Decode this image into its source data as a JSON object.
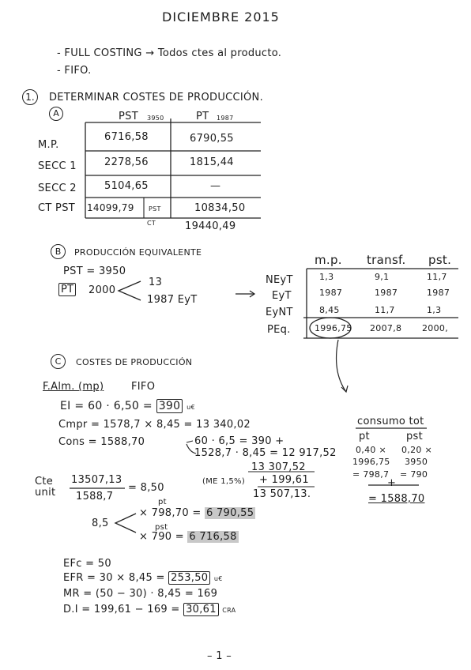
{
  "title": "DICIEMBRE 2015",
  "intro": [
    "- FULL COSTING → Todos ctes al producto.",
    "- FIFO."
  ],
  "section1": {
    "num": "1.",
    "heading": "DETERMINAR COSTES DE PRODUCCIÓN."
  },
  "partA": {
    "letter": "A",
    "col1": "PST",
    "col1_sub": "3950",
    "col2": "PT",
    "col2_sub": "1987",
    "rows": [
      {
        "label": "M.P.",
        "pst": "6716,58",
        "pt": "6790,55"
      },
      {
        "label": "SECC 1",
        "pst": "2278,56",
        "pt": "1815,44"
      },
      {
        "label": "SECC 2",
        "pst": "5104,65",
        "pt": "—"
      },
      {
        "label": "CT PST",
        "pst": "14099,79",
        "mid": "PST",
        "pt": "10834,50"
      }
    ],
    "ct_label": "CT",
    "ct_total": "19440,49"
  },
  "partB": {
    "letter": "B",
    "heading": "PRODUCCIÓN EQUIVALENTE",
    "pst": "PST = 3950",
    "pt_label": "PT",
    "pt_value": "2000",
    "split": [
      "13",
      "1987 EyT"
    ],
    "table": {
      "headers": [
        "m.p.",
        "transf.",
        "pst."
      ],
      "rows": [
        {
          "label": "NEyT",
          "v": [
            "1,3",
            "9,1",
            "11,7"
          ]
        },
        {
          "label": "EyT",
          "v": [
            "1987",
            "1987",
            "1987"
          ]
        },
        {
          "label": "EyNT",
          "v": [
            "8,45",
            "11,7",
            "1,3"
          ]
        },
        {
          "label": "PEq.",
          "v": [
            "1996,75",
            "2007,8",
            "2000,"
          ]
        }
      ]
    }
  },
  "partC": {
    "letter": "C",
    "heading": "COSTES DE PRODUCCIÓN",
    "falm": "F.Alm. (mp)",
    "fifo": "FIFO",
    "ei_pre": "EI = 60 · 6,50 =",
    "ei_box": "390",
    "ei_unit": "u€",
    "compr": "Cmpr = 1578,7 × 8,45 = 13 340,02",
    "cons": "Cons = 1588,70",
    "cons_a": "60 · 6,5 = 390 +",
    "cons_b": "1528,7 · 8,45 = 12 917,52",
    "sum1": "13 307,52",
    "me": "(ME 1,5%)",
    "sum2": "+ 199,61",
    "sum3": "13 507,13.",
    "cte_lbl": "Cte",
    "unit_lbl": "unit",
    "frac_num": "13507,13",
    "frac_den": "1588,7",
    "frac_res": "= 8,50",
    "price": "8,5",
    "pt_small": "pt",
    "pst_small": "pst",
    "mult1": "× 798,70 =",
    "mult1_res": "6 790,55",
    "mult2": "× 790 =",
    "mult2_res": "6 716,58",
    "efc": "EFc = 50",
    "efr_pre": "EFR = 30 × 8,45 =",
    "efr_box": "253,50",
    "efr_unit": "u€",
    "mr": "MR = (50 − 30) · 8,45 = 169",
    "di_pre": "D.I = 199,61 − 169 =",
    "di_box": "30,61",
    "di_unit": "CRA"
  },
  "consumo": {
    "title": "consumo tot",
    "pt_h": "pt",
    "pst_h": "pst",
    "pt_lines": [
      "0,40 ×",
      "1996,75",
      "= 798,7"
    ],
    "pst_lines": [
      "0,20 ×",
      "3950",
      "= 790"
    ],
    "plus": "+",
    "total": "= 1588,70"
  },
  "page_num": "– 1 –"
}
